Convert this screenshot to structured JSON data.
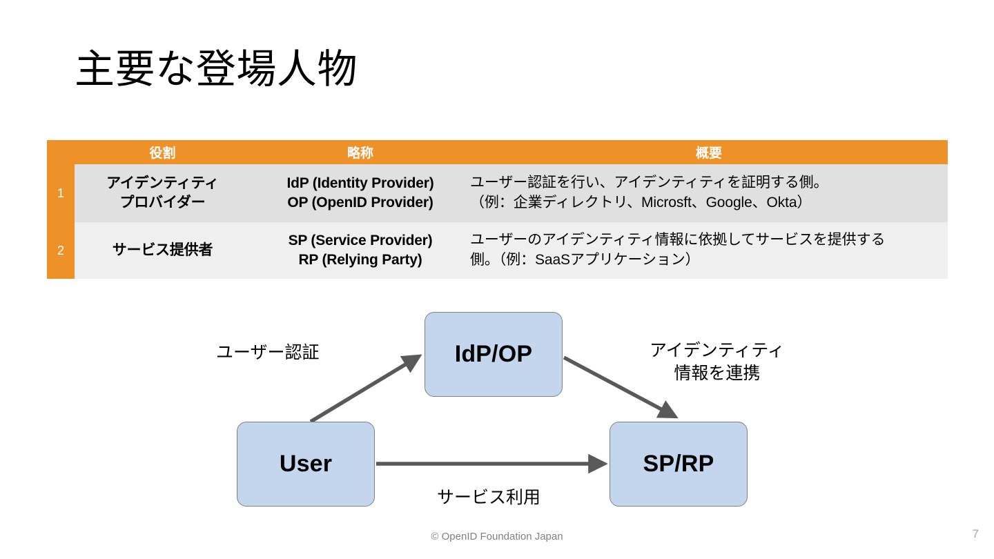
{
  "slide": {
    "title": "主要な登場人物",
    "page_number": "7",
    "copyright": "© OpenID Foundation Japan"
  },
  "table": {
    "headers": {
      "num": "",
      "role": "役割",
      "abbr": "略称",
      "desc": "概要"
    },
    "header_bg": "#ED9128",
    "header_text_color": "#FFFFFF",
    "rows": [
      {
        "num": "1",
        "role_line1": "アイデンティティ",
        "role_line2": "プロバイダー",
        "abbr_line1": "IdP (Identity Provider)",
        "abbr_line2": "OP (OpenID Provider)",
        "desc_line1": "ユーザー認証を行い、アイデンティティを証明する側。",
        "desc_line2": "（例：企業ディレクトリ、Microsft、Google、Okta）",
        "row_bg": "#E0E0E0"
      },
      {
        "num": "2",
        "role_line1": "サービス提供者",
        "role_line2": "",
        "abbr_line1": "SP (Service Provider)",
        "abbr_line2": "RP (Relying Party)",
        "desc_line1": "ユーザーのアイデンティティ情報に依拠してサービスを提供する",
        "desc_line2": "側。（例：SaaSアプリケーション）",
        "row_bg": "#EFEFEF"
      }
    ]
  },
  "diagram": {
    "node_fill": "#C3D6ED",
    "node_border": "#808080",
    "arrow_color": "#595959",
    "nodes": {
      "idp": "IdP/OP",
      "user": "User",
      "sp": "SP/RP"
    },
    "labels": {
      "auth": "ユーザー認証",
      "service": "サービス利用",
      "identity_line1": "アイデンティティ",
      "identity_line2": "情報を連携"
    }
  }
}
